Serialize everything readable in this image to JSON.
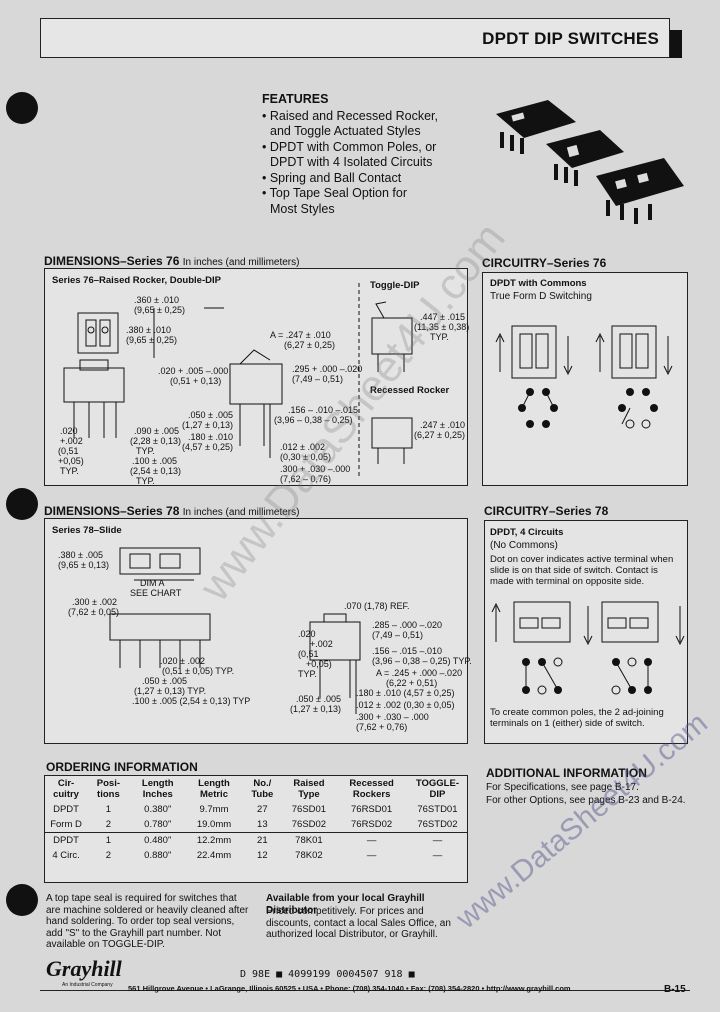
{
  "header": {
    "title": "DPDT DIP SWITCHES"
  },
  "features": {
    "heading": "FEATURES",
    "items": [
      "• Raised and Recessed Rocker,",
      "  and Toggle Actuated Styles",
      "• DPDT with Common Poles, or",
      "  DPDT with 4 Isolated Circuits",
      "• Spring and Ball Contact",
      "• Top Tape Seal Option for",
      "  Most Styles"
    ]
  },
  "dim76": {
    "title": "DIMENSIONS–Series 76",
    "units": "In inches (and millimeters)",
    "subtitle": "Series 76–Raised Rocker, Double-DIP",
    "toggle_label": "Toggle-DIP",
    "recessed_label": "Recessed Rocker",
    "labels": [
      ".360 ± .010",
      "(9,65 ± 0,25)",
      ".380 ± .010",
      "(9,65 ± 0,25)",
      ".447 ± .015",
      "(11,35 ± 0,38)",
      "TYP.",
      "A = .247 ± .010",
      "(6,27 ± 0,25)",
      ".020 + .005 –.000",
      "(0,51 + 0,13)",
      ".295 + .000 –.020",
      "(7,49 – 0,51)",
      ".050 ± .005",
      "(1,27 ± 0,13)",
      ".156 – .010 –.015",
      "(3,96 – 0,38 – 0,25)",
      ".180 ± .010",
      "(4,57 ± 0,25)",
      ".090 ± .005",
      "(2,28 ± 0,13)",
      "TYP.",
      ".100 ± .005",
      "(2,54 ± 0,13)",
      "TYP.",
      ".012 ± .002",
      "(0,30 ± 0,05)",
      ".300 + .030 –.000",
      "(7,62 – 0,76)",
      ".020",
      "+.002",
      "(0,51",
      "+0,05)",
      "TYP.",
      ".247 ± .010",
      "(6,27 ± 0,25)"
    ]
  },
  "circ76": {
    "title": "CIRCUITRY–Series 76",
    "line1": "DPDT with Commons",
    "line2": "True Form D Switching"
  },
  "dim78": {
    "title": "DIMENSIONS–Series 78",
    "units": "In inches (and millimeters)",
    "subtitle": "Series 78–Slide",
    "labels": [
      ".380 ± .005",
      "(9,65 ± 0,13)",
      "DIM A",
      "SEE CHART",
      ".300 ± .002",
      "(7,62 ± 0,05)",
      ".070 (1,78) REF.",
      ".020",
      "+.002",
      "(0,51",
      "+0,05)",
      "TYP.",
      ".285 – .000 –.020",
      "(7,49 – 0,51)",
      ".156 – .015 –.010",
      "(3,96 – 0,38 – 0,25) TYP.",
      "A = .245 + .000 –.020",
      "(6,22 + 0,51)",
      ".020 ± .002",
      "(0,51 ± 0,05) TYP.",
      ".050 ± .005",
      "(1,27 ± 0,13) TYP.",
      ".100 ± .005 (2,54 ± 0,13) TYP",
      ".050 ± .005",
      "(1,27 ± 0,13)",
      ".180 ± .010 (4,57 ± 0,25)",
      ".012 ± .002 (0,30 ± 0,05)",
      ".300 + .030 – .000",
      "(7,62 + 0,76)"
    ]
  },
  "circ78": {
    "title": "CIRCUITRY–Series 78",
    "line1": "DPDT, 4 Circuits",
    "line2": "(No Commons)",
    "desc": "Dot on cover indicates active terminal when slide is on that side of switch. Contact is made with terminal on opposite side.",
    "note": "To create common poles, the 2 ad-joining terminals on 1 (either) side of switch."
  },
  "ordering": {
    "title": "ORDERING INFORMATION",
    "headers": [
      "Cir-cuitry",
      "Posi-tions",
      "Length Inches",
      "Length Metric",
      "No./ Tube",
      "Raised Type",
      "Recessed Rockers",
      "TOGGLE-DIP"
    ],
    "rows": [
      [
        "DPDT",
        "1",
        "0.380\"",
        "9.7mm",
        "27",
        "76SD01",
        "76RSD01",
        "76STD01"
      ],
      [
        "Form D",
        "2",
        "0.780\"",
        "19.0mm",
        "13",
        "76SD02",
        "76RSD02",
        "76STD02"
      ],
      [
        "DPDT",
        "1",
        "0.480\"",
        "12.2mm",
        "21",
        "78K01",
        "—",
        "—"
      ],
      [
        "4 Circ.",
        "2",
        "0.880\"",
        "22.4mm",
        "12",
        "78K02",
        "—",
        "—"
      ]
    ]
  },
  "additional": {
    "title": "ADDITIONAL INFORMATION",
    "line1": "For Specifications, see page B-17.",
    "line2": "For other Options, see pages B-23 and B-24."
  },
  "tape_note": "A top tape seal is required for switches that are machine soldered or heavily cleaned after hand soldering. To order top seal versions, add \"S\" to the Grayhill part number. Not available on TOGGLE-DIP.",
  "distributor": {
    "heading": "Available from your local Grayhill Distributor",
    "text": "Priced competitively. For prices and discounts, contact a local Sales Office, an authorized local Distributor, or Grayhill."
  },
  "footer": {
    "logo": "Grayhill",
    "logo_sub": "An Industrial Company",
    "barcode_text": "D  98E ■ 4099199 0004507 918 ■",
    "address": "561 Hillgrove Avenue • LaGrange, Illinois 60525 • USA • Phone: (708) 354-1040 • Fax: (708) 354-2820 • http://www.grayhill.com",
    "page": "B-15"
  },
  "watermark": "www.DataSheet4U.com",
  "watermark2": "www.DataSheet4U.com"
}
